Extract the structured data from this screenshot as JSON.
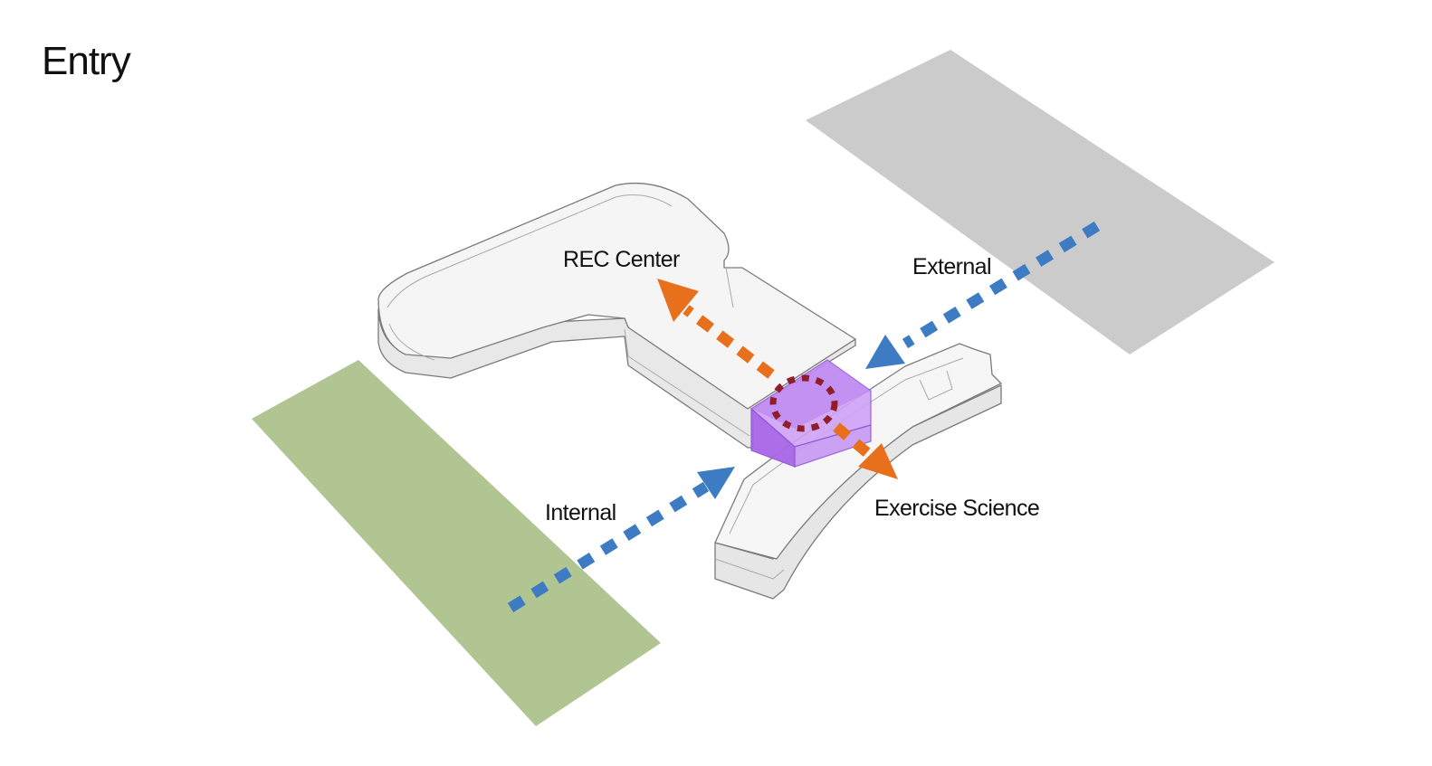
{
  "title": "Entry",
  "labels": {
    "rec_center": "REC Center",
    "external": "External",
    "internal": "Internal",
    "exercise_science": "Exercise Science"
  },
  "colors": {
    "green_zone": "#b1c593",
    "gray_zone": "#cbcbcb",
    "building_top": "#f4f4f4",
    "building_side": "#e6e6e6",
    "entry_volume": "#b57cf0",
    "blue_path": "#3d7cc3",
    "orange_path": "#e8701d",
    "entry_circle": "#8f1e2a"
  }
}
